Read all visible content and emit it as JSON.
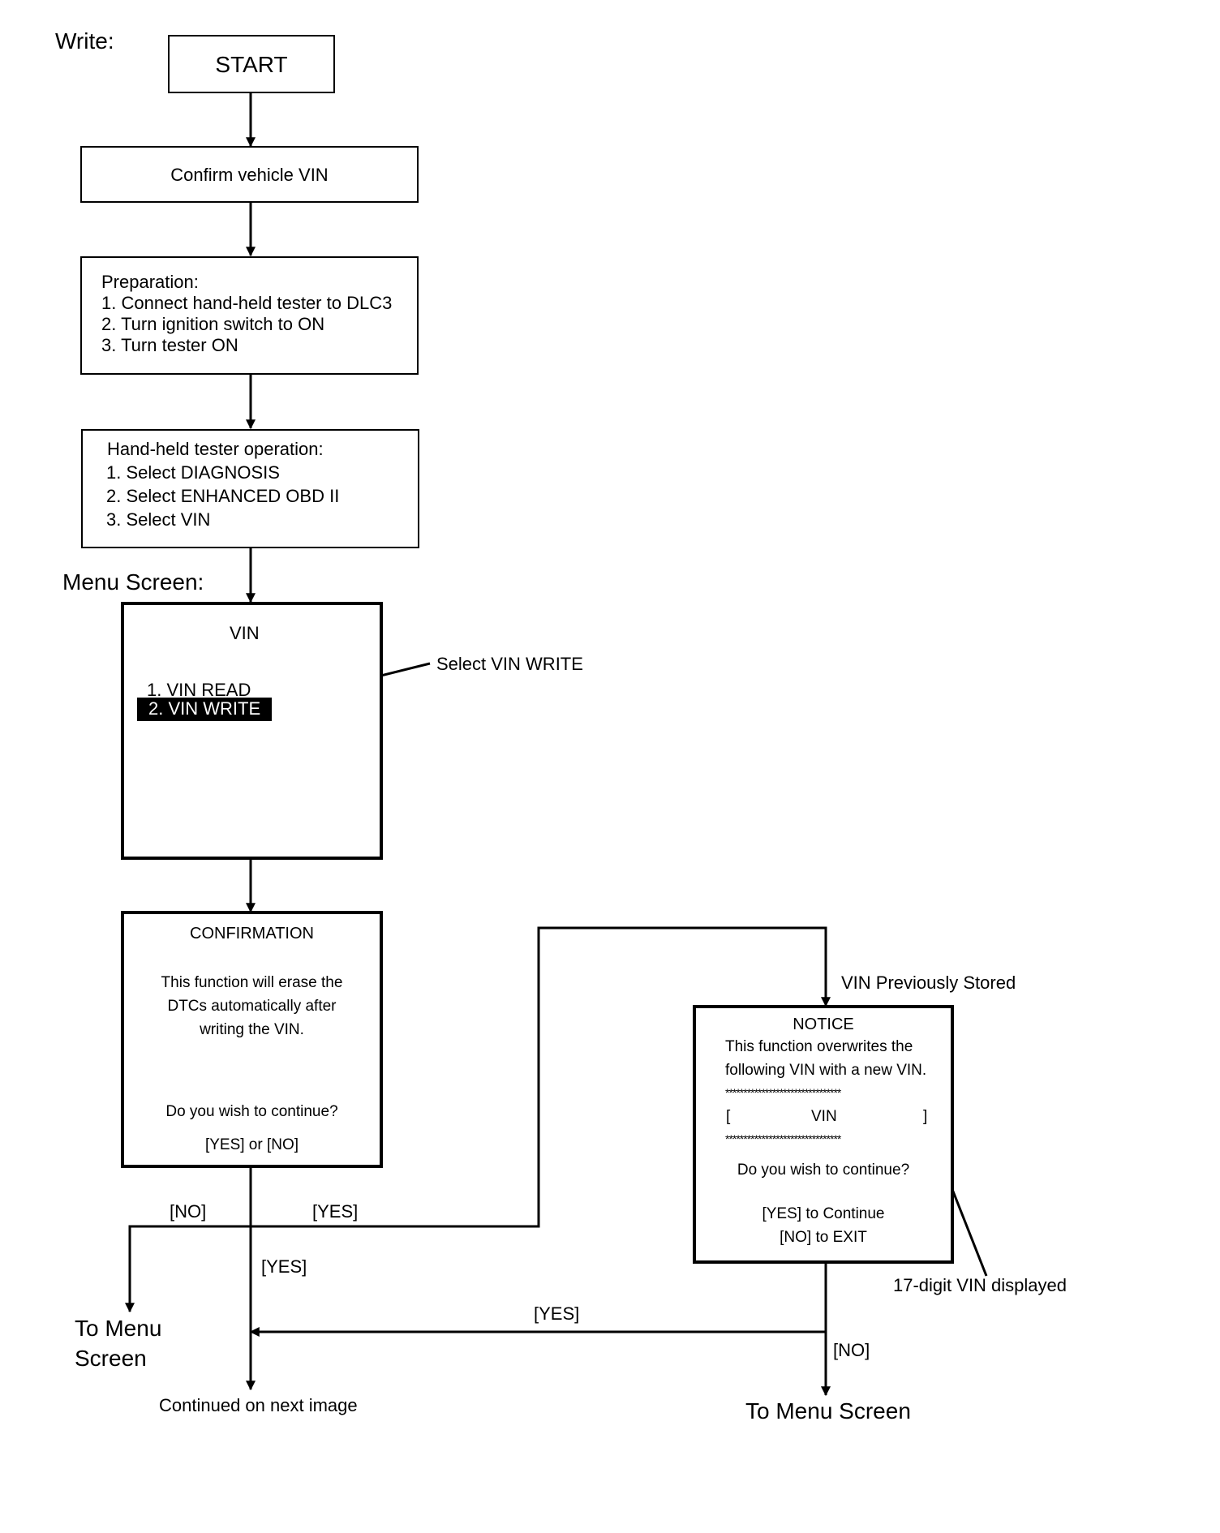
{
  "write_label": "Write:",
  "start_label": "START",
  "confirm_vin": "Confirm vehicle VIN",
  "preparation": {
    "title": "Preparation:",
    "steps": [
      "1. Connect hand-held tester to DLC3",
      "2. Turn ignition switch to ON",
      "3. Turn tester ON"
    ]
  },
  "tester_operation": {
    "title": "Hand-held tester operation:",
    "steps": [
      "1. Select DIAGNOSIS",
      "2. Select ENHANCED OBD II",
      "3. Select VIN"
    ]
  },
  "menu_screen_label": "Menu Screen:",
  "menu_screen": {
    "title": "VIN",
    "items": [
      "1. VIN READ",
      "2. VIN WRITE"
    ],
    "callout": "Select VIN WRITE"
  },
  "confirmation": {
    "title": "CONFIRMATION",
    "message": [
      "This function will erase the",
      "DTCs automatically after",
      "writing the VIN."
    ],
    "question": "Do you wish to continue?",
    "options": "[YES] or [NO]"
  },
  "notice": {
    "title": "NOTICE",
    "message": [
      "This function overwrites the",
      "following VIN with a new VIN."
    ],
    "stars": "********************************",
    "vin_open": "[",
    "vin": "VIN",
    "vin_close": "]",
    "question": "Do you wish to continue?",
    "yes_option": "[YES] to Continue",
    "no_option": "[NO] to EXIT"
  },
  "labels": {
    "vin_previously_stored": "VIN Previously Stored",
    "no_left": "[NO]",
    "yes_right": "[YES]",
    "yes_down": "[YES]",
    "yes_back": "[YES]",
    "no_notice": "[NO]",
    "to_menu_left": [
      "To Menu",
      "Screen"
    ],
    "to_menu_right": "To Menu Screen",
    "continued": "Continued on next image",
    "vin_displayed": "17-digit VIN displayed"
  }
}
